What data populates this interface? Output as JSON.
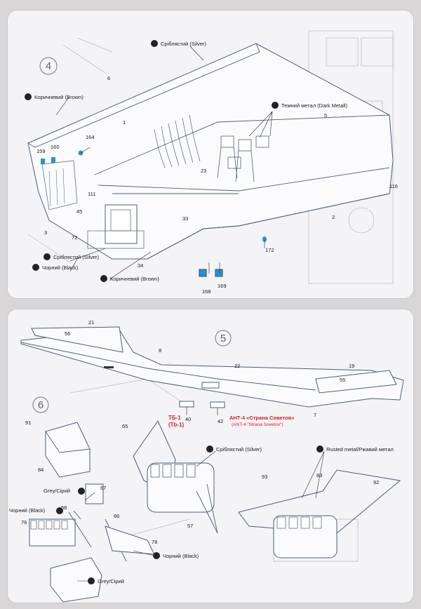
{
  "step4": {
    "number": "4",
    "labels": {
      "silver_top": "Сріблястий (Silver)",
      "brown_left": "Коричневий (Brown)",
      "dark_metal": "Темний метал (Dark Metall)",
      "silver_bottom": "Сріблястий (Silver)",
      "black": "Чорний (Black)",
      "brown_bottom": "Коричневий (Brown)"
    },
    "parts": [
      "6",
      "1",
      "5",
      "164",
      "159",
      "160",
      "111",
      "45",
      "23",
      "33",
      "3",
      "72",
      "2",
      "116",
      "172",
      "34",
      "168",
      "169"
    ]
  },
  "step5": {
    "number": "5",
    "parts": [
      "21",
      "56",
      "8",
      "22",
      "19",
      "55",
      "7",
      "40",
      "42"
    ],
    "variant_tb1": "ТБ-1",
    "variant_tb1_en": "(Tb-1)",
    "variant_ant4": "АНТ-4 «Страна Советов»",
    "variant_ant4_en": "(ANT-4 \"Strana Sovetov\")"
  },
  "step6": {
    "number": "6",
    "labels": {
      "silver": "Сріблястий (Silver)",
      "rusted": "Rusted metal/Ржавий метал",
      "grey_top": "Grey/Сірий",
      "black_left": "Чорний (Black)",
      "black_bottom": "Чорний (Black)",
      "grey_bottom": "Grey/Сірий"
    },
    "parts": [
      "91",
      "84",
      "65",
      "67",
      "58",
      "76",
      "66",
      "78",
      "57",
      "93",
      "83",
      "92"
    ]
  },
  "colors": {
    "paper": "#f4f3f5",
    "line": "#4d5f78",
    "callout_blue": "#2d8fd6",
    "red_text": "#d61b2a"
  }
}
